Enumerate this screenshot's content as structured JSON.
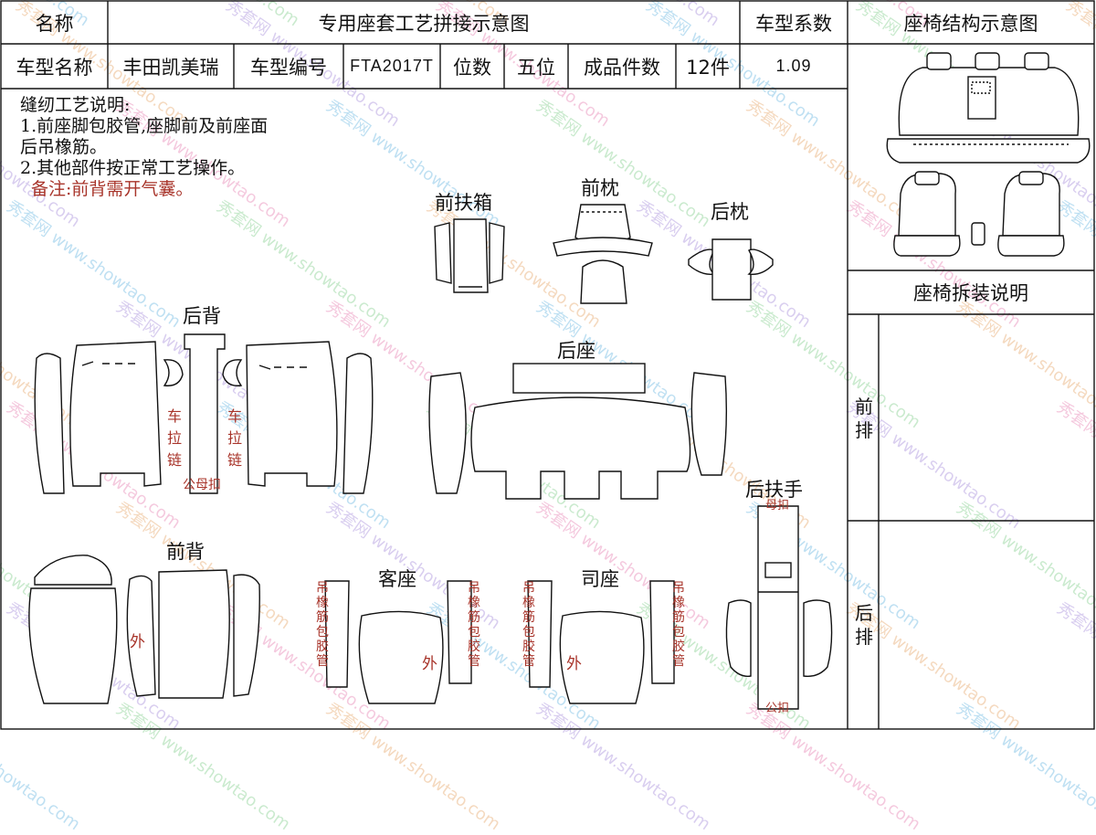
{
  "header": {
    "name_label": "名称",
    "title": "专用座套工艺拼接示意图",
    "coef_label": "车型系数",
    "structure_title": "座椅结构示意图"
  },
  "info": {
    "model_name_label": "车型名称",
    "model_name": "丰田凯美瑞",
    "model_code_label": "车型编号",
    "model_code": "FTA2017T",
    "seats_label": "位数",
    "seats": "五位",
    "pieces_label": "成品件数",
    "pieces": "12件",
    "coef": "1.09"
  },
  "notes": {
    "heading": "缝纫工艺说明:",
    "line1": "1.前座脚包胶管,座脚前及前座面",
    "line2": "后吊橡筋。",
    "line3": "2.其他部件按正常工艺操作。",
    "remark": "备注:前背需开气囊。"
  },
  "parts": {
    "front_armrest_box": "前扶箱",
    "front_headrest": "前枕",
    "rear_headrest": "后枕",
    "rear_back": "后背",
    "rear_seat": "后座",
    "rear_armrest": "后扶手",
    "front_back": "前背",
    "passenger_seat": "客座",
    "driver_seat": "司座"
  },
  "annotations": {
    "zipper": "车拉链",
    "male_female_buckle": "公母扣",
    "female_buckle": "母扣",
    "male_buckle": "公扣",
    "outer": "外",
    "elastic_tube": "吊橡筋包胶管"
  },
  "side": {
    "install_title": "座椅拆装说明",
    "front_row": "前排",
    "rear_row": "后排"
  },
  "watermark": {
    "brand": "秀套网",
    "site": "www.showtao.com"
  },
  "colors": {
    "line": "#111111",
    "annotation_red": "#a8342a"
  }
}
